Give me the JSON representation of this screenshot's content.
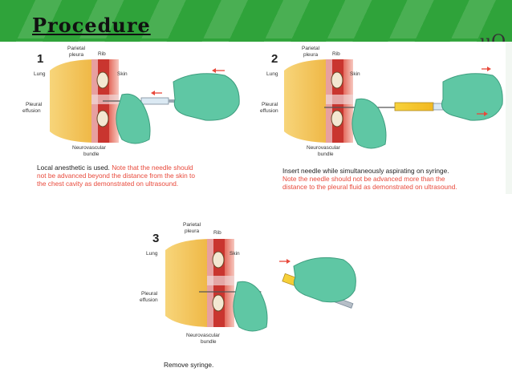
{
  "slide": {
    "title": "Procedure",
    "corner_text": "uO"
  },
  "labels": {
    "parietal_pleura": [
      "Parietal",
      "pleura"
    ],
    "rib": "Rib",
    "lung": "Lung",
    "skin": "Skin",
    "pleural_effusion": [
      "Pleural",
      "effusion"
    ],
    "neurovascular_bundle": [
      "Neurovascular",
      "bundle"
    ]
  },
  "steps": [
    {
      "number": "1",
      "caption_black": "Local anesthetic is used.",
      "caption_red_lines": [
        "Note that the needle should",
        "not be advanced beyond the distance from the skin to",
        "the chest cavity as demonstrated on ultrasound."
      ]
    },
    {
      "number": "2",
      "caption_black": "Insert needle while simultaneously aspirating on syringe.",
      "caption_red_lines": [
        "Note the needle should not be advanced more than the",
        "distance to the pleural fluid as demonstrated on ultrasound."
      ]
    },
    {
      "number": "3",
      "caption_black": "Remove syringe.",
      "caption_red_lines": []
    }
  ],
  "colors": {
    "band_green": "#2fa33a",
    "lung_yellow": "#f2c14e",
    "pleura_red": "#c9352f",
    "skin_pink": "#f5b8b0",
    "glove_teal": "#5fc7a4",
    "caption_red": "#e8493b"
  }
}
